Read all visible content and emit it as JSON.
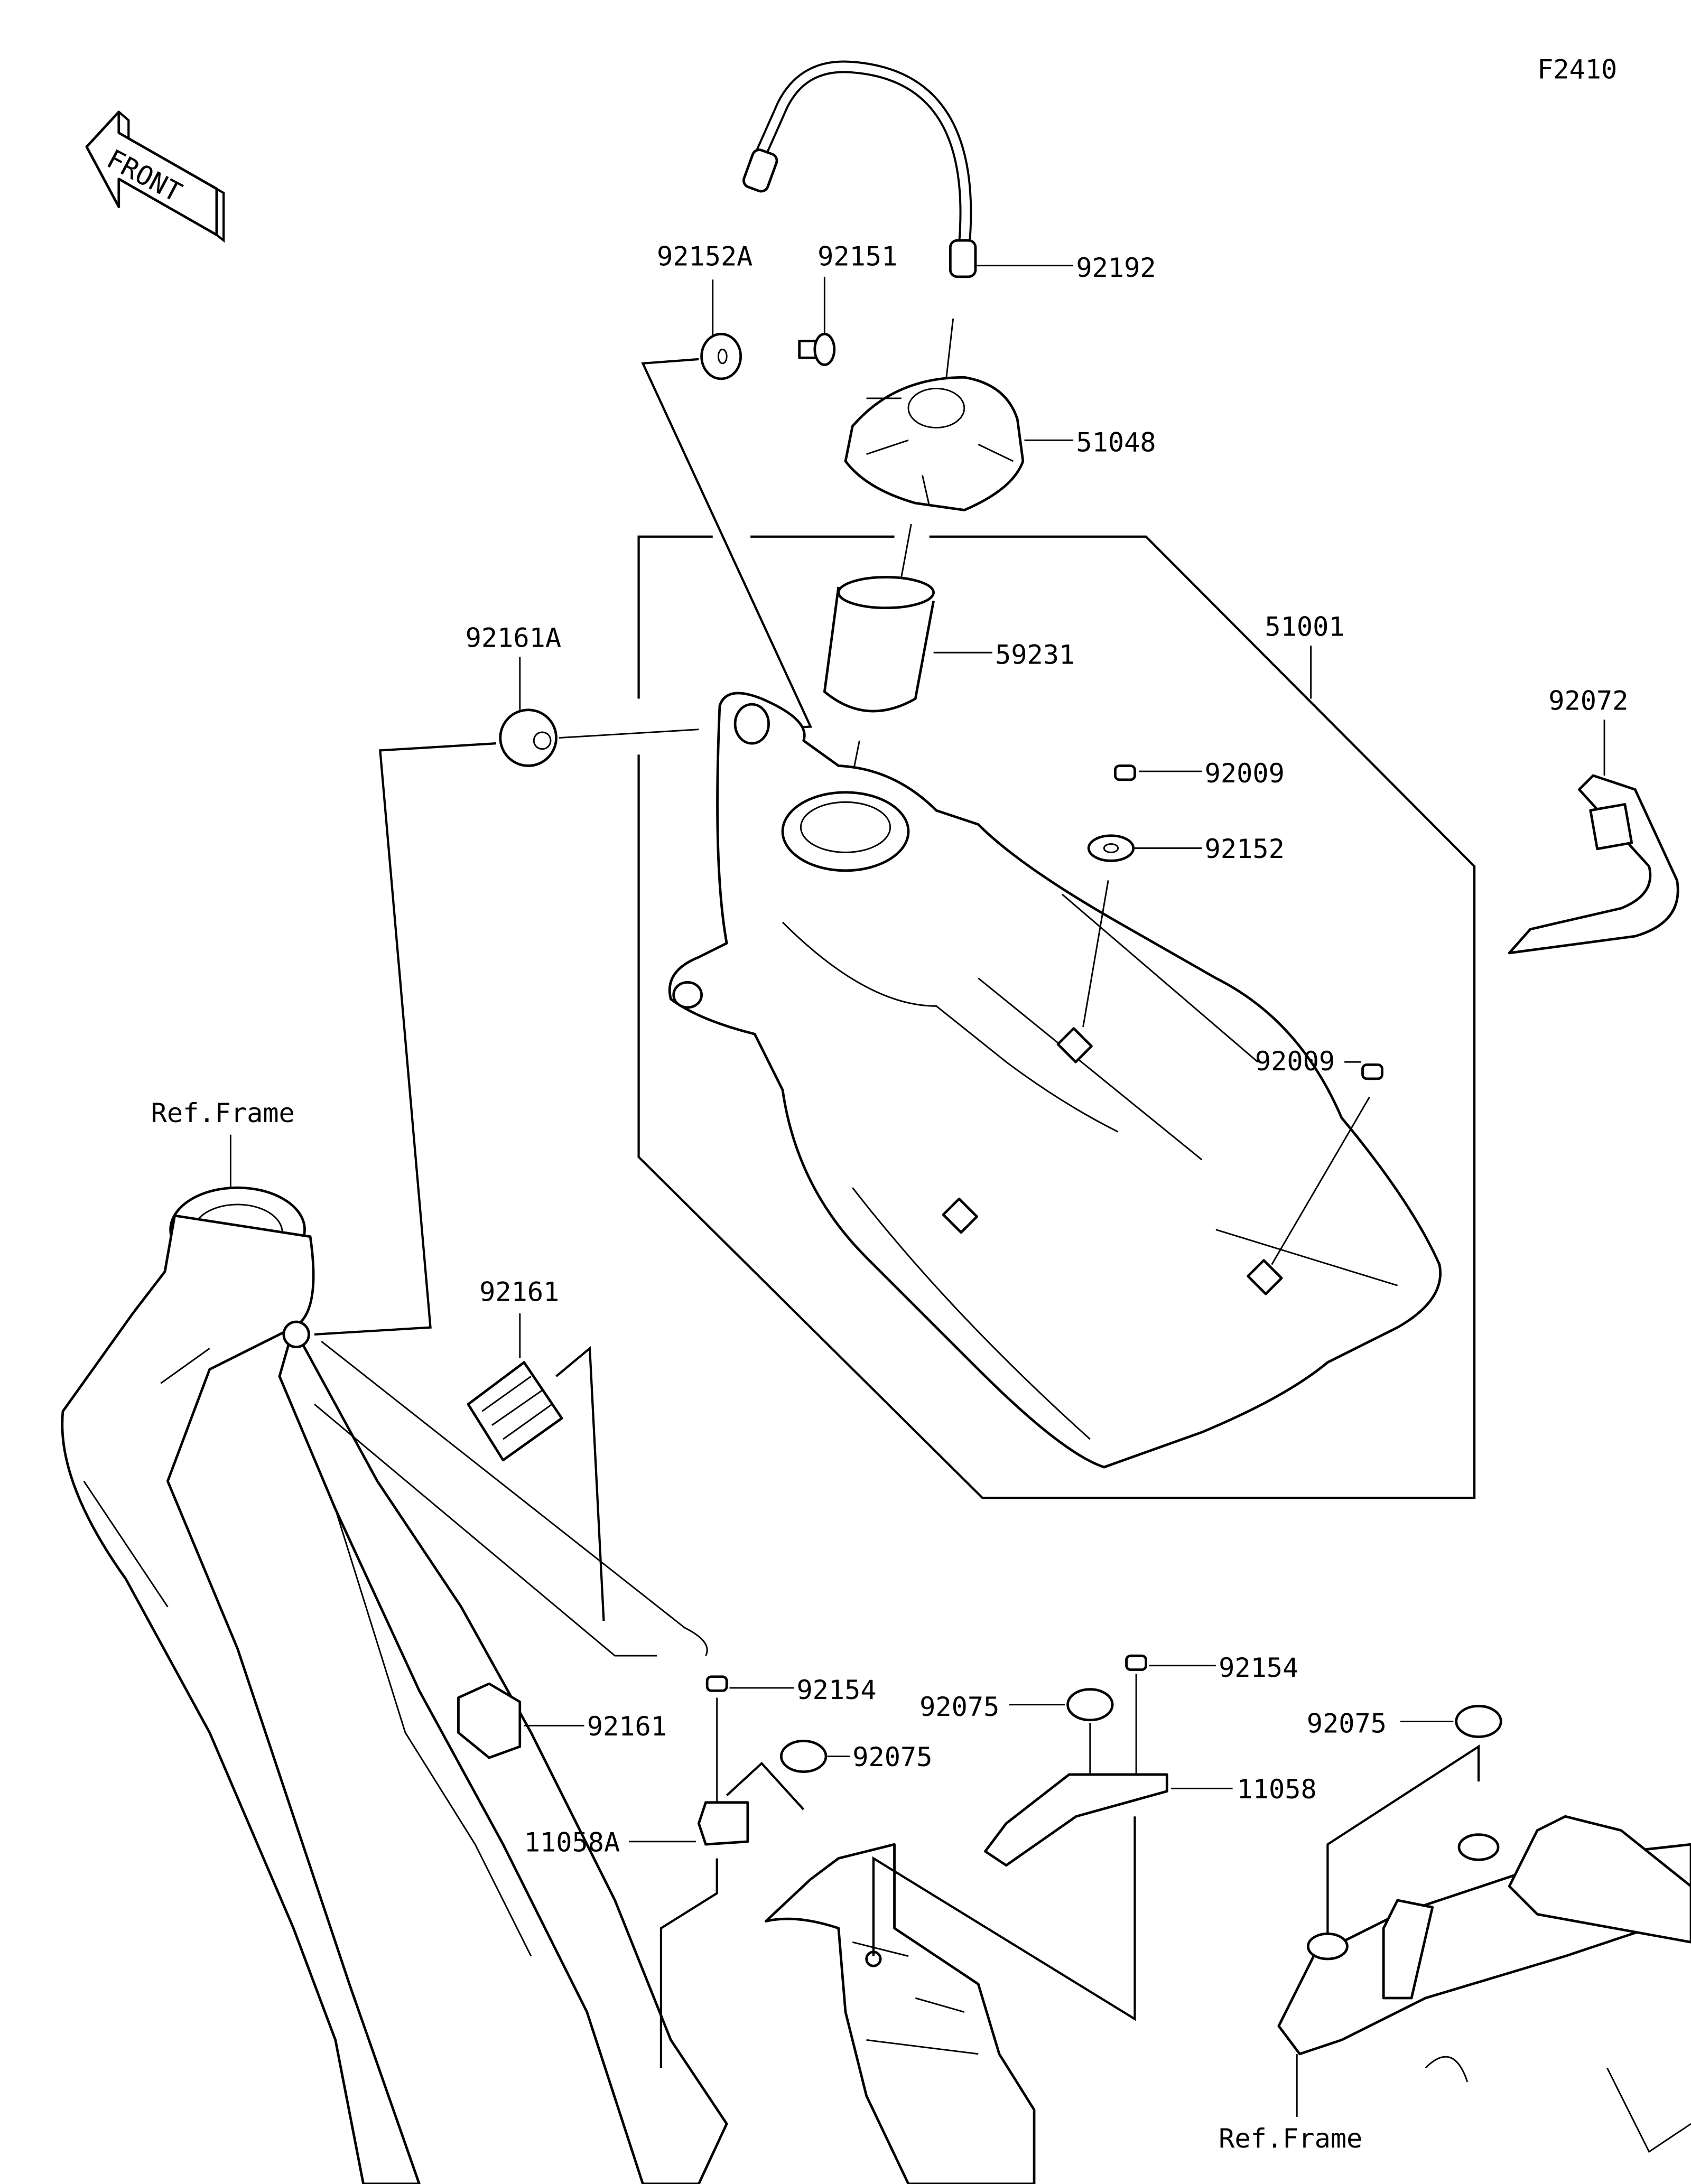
{
  "diagram": {
    "figure_code": "F2410",
    "front_arrow_text": "FRONT",
    "line_color": "#000000",
    "background": "#ffffff",
    "labels": {
      "p92152A": "92152A",
      "p92151": "92151",
      "p92192": "92192",
      "p51048": "51048",
      "p59231": "59231",
      "p51001": "51001",
      "p92161A": "92161A",
      "p92072": "92072",
      "p92009a": "92009",
      "p92152": "92152",
      "p92009b": "92009",
      "ref_frame_top": "Ref.Frame",
      "p92161a": "92161",
      "p92161b": "92161",
      "p92154a": "92154",
      "p92154b": "92154",
      "p92075a": "92075",
      "p92075b": "92075",
      "p92075c": "92075",
      "p11058A": "11058A",
      "p11058": "11058",
      "ref_frame_bottom": "Ref.Frame"
    }
  }
}
